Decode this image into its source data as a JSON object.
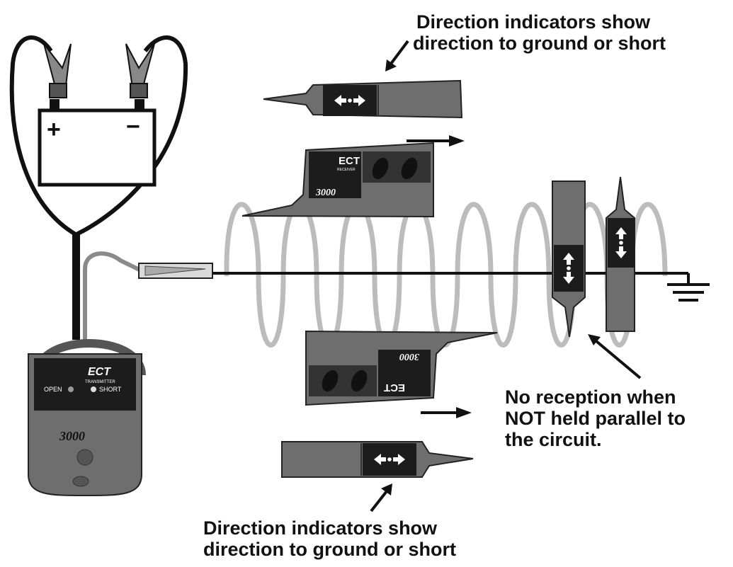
{
  "captions": {
    "top": [
      "Direction indicators show",
      "direction to ground or short"
    ],
    "bottom": [
      "Direction indicators show",
      "direction to ground or short"
    ],
    "right": [
      "No reception when",
      "NOT held parallel to",
      "the circuit."
    ]
  },
  "battery": {
    "plus": "+",
    "minus": "−"
  },
  "transmitter": {
    "brand": "ECT",
    "subtitle": "TRANSMITTER",
    "open_label": "OPEN",
    "short_label": "SHORT",
    "model": "3000"
  },
  "receiver": {
    "brand": "ECT",
    "subtitle": "RECEIVER",
    "model": "3000"
  },
  "colors": {
    "ink": "#111111",
    "coil": "#bcbcbc",
    "housing": "#6e6e6e",
    "panel": "#1c1c1c"
  }
}
